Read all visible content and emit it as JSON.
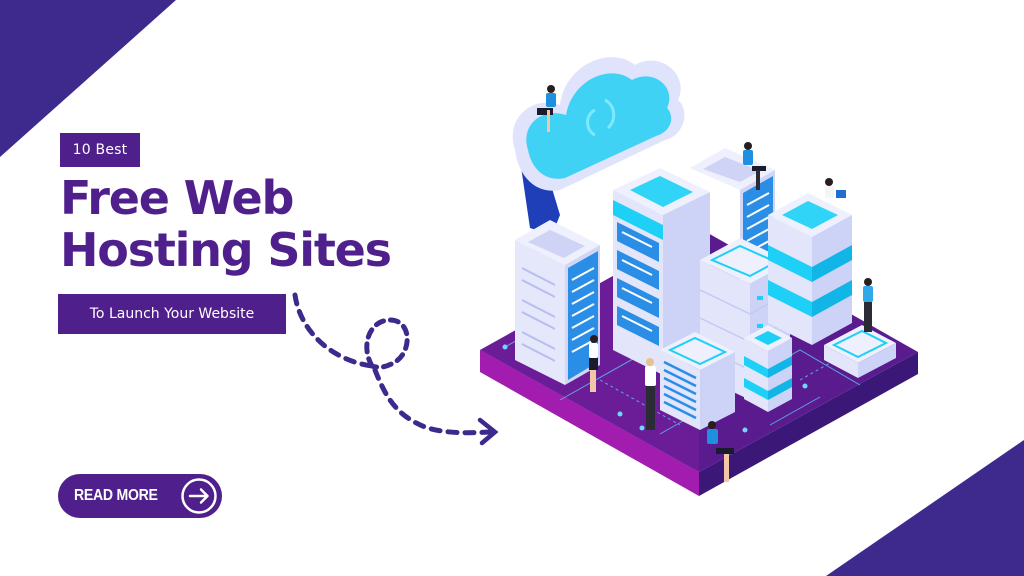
{
  "colors": {
    "primary_purple": "#4f1f8c",
    "corner_triangle": "#3d2a8c",
    "platform_top": "#5a1b8f",
    "platform_side_left": "#a21caf",
    "platform_side_right": "#3b1878",
    "server_light": "#e6e9fb",
    "server_shade": "#c9cef5",
    "accent_cyan": "#1ed0f5",
    "panel_blue": "#2a8ee6",
    "background": "#ffffff"
  },
  "hero": {
    "badge": "10 Best",
    "headline_line1": "Free Web",
    "headline_line2": "Hosting Sites",
    "subtitle": "To Launch Your Website"
  },
  "cta": {
    "label": "READ MORE",
    "icon": "arrow-right-circle-icon"
  },
  "illustration": {
    "description": "Isometric cloud hosting data-center with server towers on a purple platform",
    "elements": [
      "cloud-sync-icon",
      "server-towers",
      "people-with-laptops",
      "circuit-platform"
    ]
  }
}
